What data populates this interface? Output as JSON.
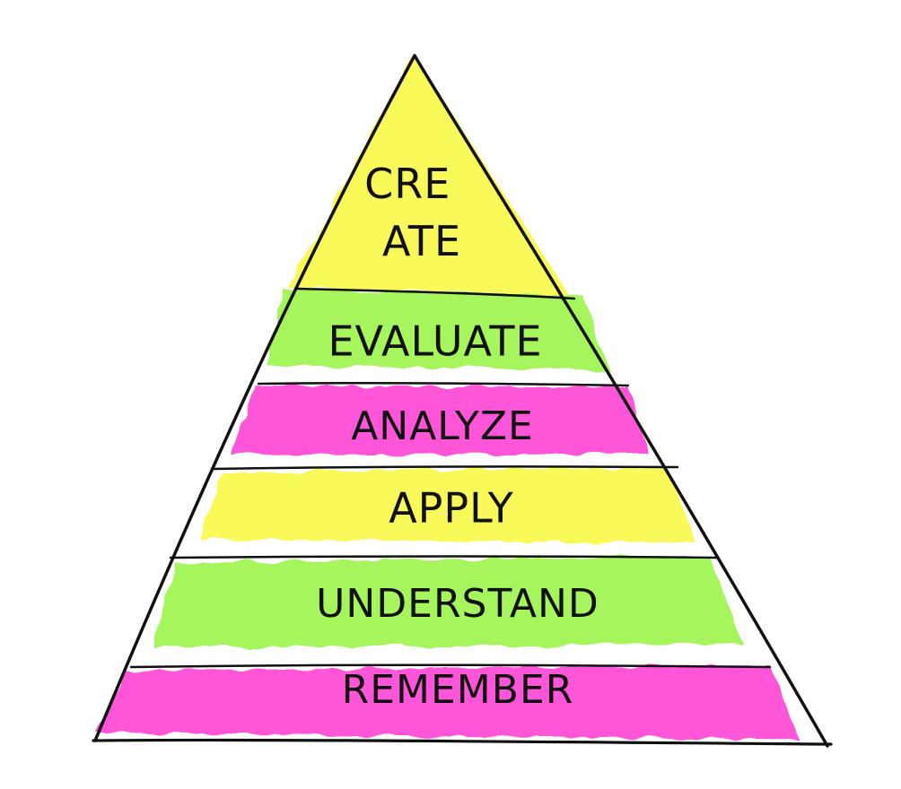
{
  "pyramid": {
    "levels": [
      {
        "label": "CRE\nATE",
        "color": "#f9f95a",
        "kind": "apex"
      },
      {
        "label": "EVALUATE",
        "color": "#a6f55b"
      },
      {
        "label": "ANALYZE",
        "color": "#ff55d8"
      },
      {
        "label": "APPLY",
        "color": "#f9f95a"
      },
      {
        "label": "UNDERSTAND",
        "color": "#a6f55b"
      },
      {
        "label": "REMEMBER",
        "color": "#ff55d8"
      }
    ],
    "outline_color": "#111111"
  }
}
